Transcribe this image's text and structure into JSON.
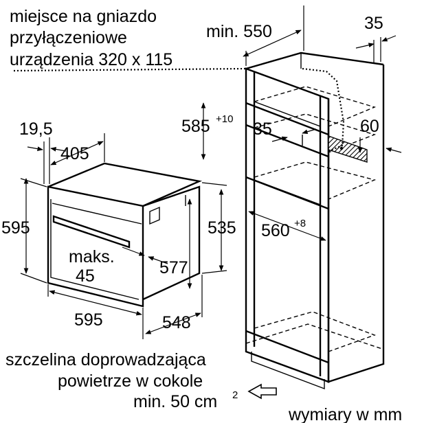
{
  "notes": {
    "connection_socket": [
      "miejsce na gniazdo",
      "przyłączeniowe",
      "urządzenia 320 x 115"
    ],
    "air_gap": [
      "szczelina doprowadzająca",
      "powietrze w cokole",
      "min. 50 cm"
    ],
    "air_gap_exponent": "2",
    "units": "wymiary w mm"
  },
  "dimensions": {
    "niche_depth": "min. 550",
    "cabinet_wall": "35",
    "niche_height": "585",
    "niche_height_tol": "+10",
    "shelf_gap": "35",
    "vent_depth": "60",
    "niche_width": "560",
    "niche_width_tol": "+8",
    "front_offset": "19,5",
    "oven_depth_body": "405",
    "oven_height": "595",
    "body_height": "535",
    "max_label": "maks.",
    "max_value": "45",
    "inner_height": "577",
    "oven_width": "595",
    "oven_depth": "548"
  }
}
